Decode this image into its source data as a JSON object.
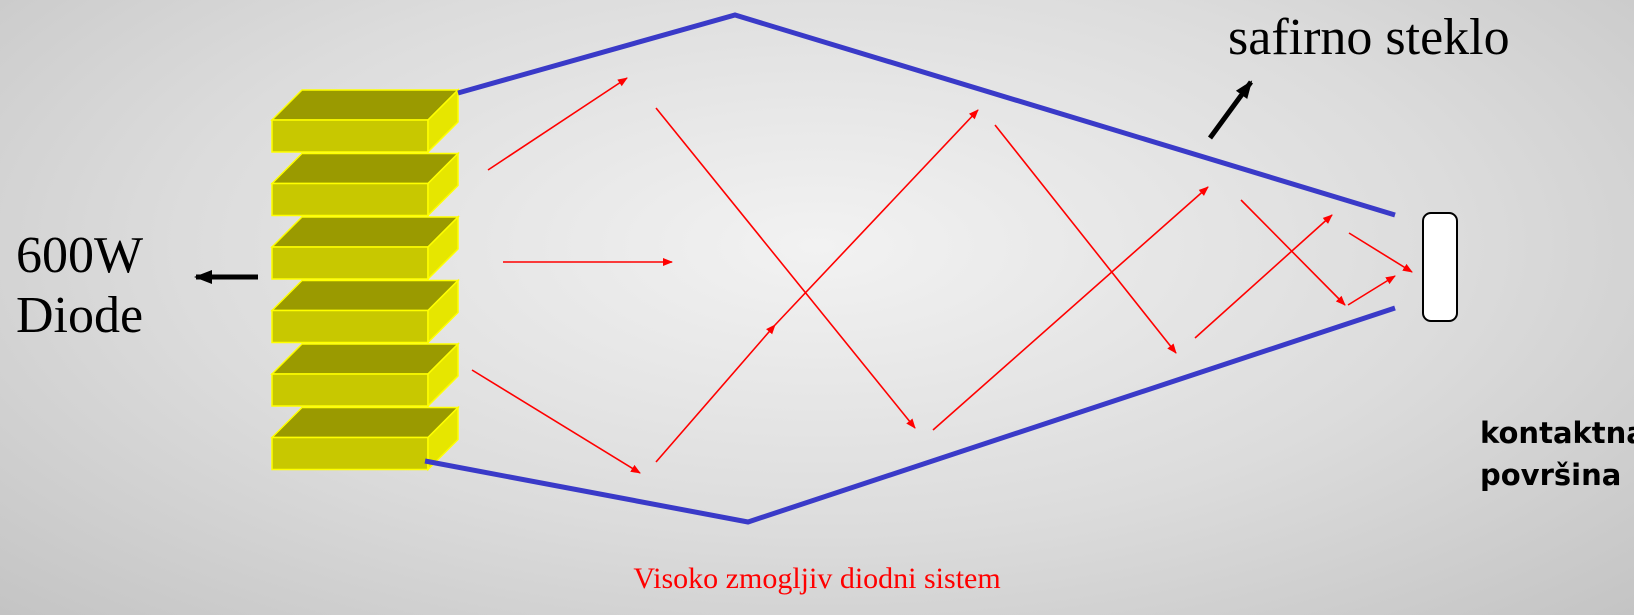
{
  "labels": {
    "sapphire_glass": "safirno steklo",
    "diode_line1": "600W",
    "diode_line2": "Diode",
    "contact_line1": "kontaktna",
    "contact_line2": "površina",
    "caption": "Visoko zmogljiv diodni sistem"
  },
  "colors": {
    "guide_lines": "#3a3ac8",
    "rays": "#ff0000",
    "diode_top": "#9a9a00",
    "diode_front": "#c8c800",
    "diode_side": "#e6e600",
    "diode_outline": "#ffff00",
    "caption": "#ff0000"
  },
  "diode_stack": {
    "count": 6
  }
}
